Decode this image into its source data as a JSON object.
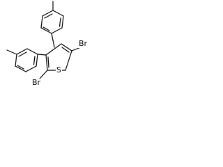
{
  "molecule": {
    "atoms": {
      "bromine_right": "Br",
      "bromine_left": "Br",
      "sulfur": "S"
    },
    "colors": {
      "bond": "#000000",
      "label": "#000000",
      "background": "#ffffff"
    }
  }
}
